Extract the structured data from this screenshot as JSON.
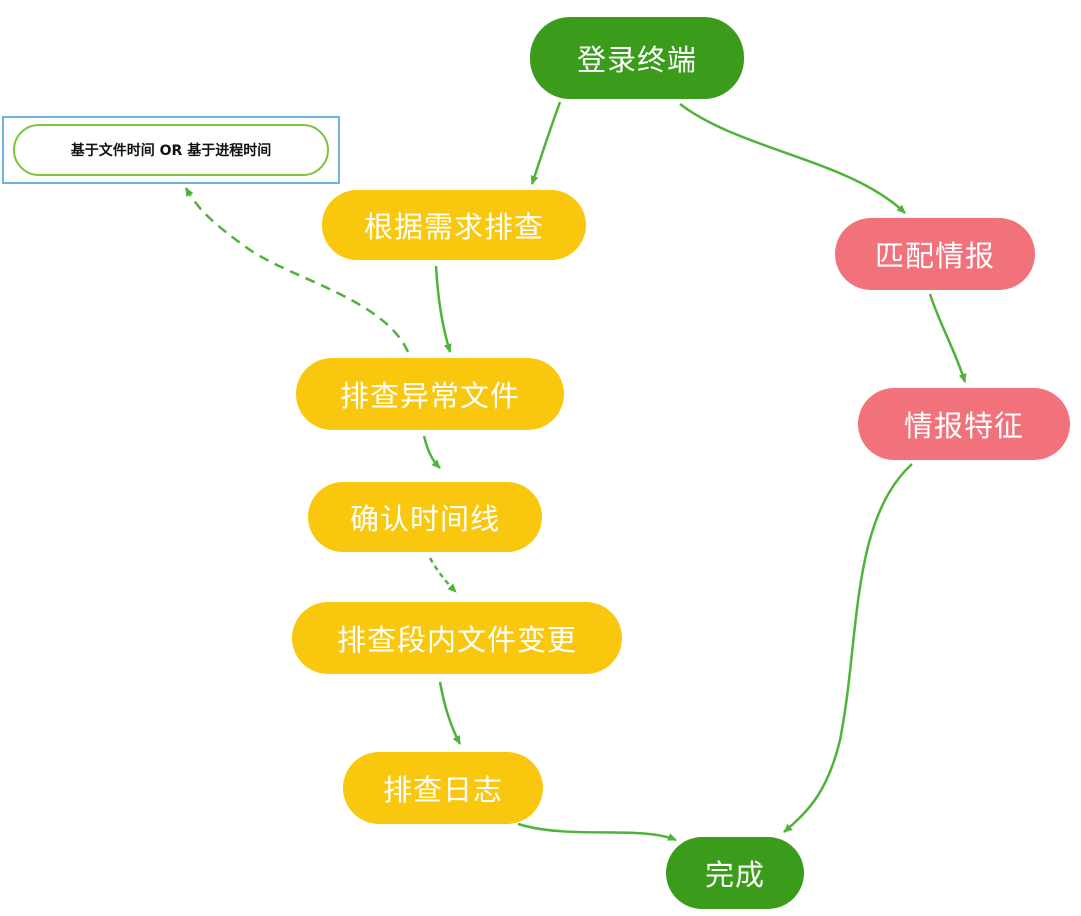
{
  "nodes": {
    "login": "登录终端",
    "by_demand": "根据需求排查",
    "match_intel": "匹配情报",
    "abnormal_files": "排查异常文件",
    "intel_features": "情报特征",
    "confirm_timeline": "确认时间线",
    "segment_changes": "排查段内文件变更",
    "check_logs": "排查日志",
    "done": "完成"
  },
  "note": {
    "text": "基于文件时间 OR 基于进程时间"
  },
  "colors": {
    "start_end": "#3b9b1b",
    "step": "#f9c80e",
    "intel": "#f2727c",
    "arrow": "#4fb33a",
    "note_border": "#6cb4e4"
  }
}
